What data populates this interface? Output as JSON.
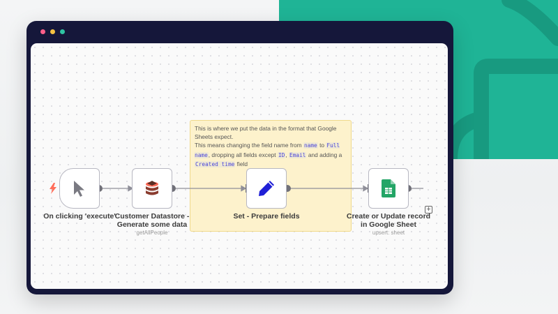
{
  "colors": {
    "background_accent": "#1fb496",
    "window_frame": "#15173a",
    "dot_close": "#ff5f8a",
    "dot_min": "#f5c242",
    "dot_max": "#2fc4a3",
    "sticky_background": "#fdf2cc",
    "trigger_icon": "#ff6d5a",
    "database_icon": "#ff6d5a",
    "pen_icon": "#1f1fd6",
    "sheets_icon": "#23a566"
  },
  "sticky_note": {
    "line1": "This is where we put the data in the format that Google Sheets expect.",
    "line2_prefix": "This means changing the field name from",
    "code_name": "name",
    "word_to": "to",
    "code_full_name": "Full name",
    "line2_mid": ", dropping all fields except",
    "code_id": "ID",
    "comma": ",",
    "code_email": "Email",
    "line2_and": "and adding a",
    "code_created_time": "Created time",
    "line2_suffix": "field"
  },
  "nodes": [
    {
      "label": "On clicking 'execute'",
      "subtitle": "",
      "icon": "cursor-icon"
    },
    {
      "label": "Customer Datastore - Generate some data",
      "subtitle": "getAllPeople",
      "icon": "database-icon"
    },
    {
      "label": "Set - Prepare fields",
      "subtitle": "",
      "icon": "pen-icon"
    },
    {
      "label": "Create or Update record in Google Sheet",
      "subtitle": "upsert: sheet",
      "icon": "google-sheets-icon"
    }
  ],
  "add_node": {
    "label": "+"
  }
}
